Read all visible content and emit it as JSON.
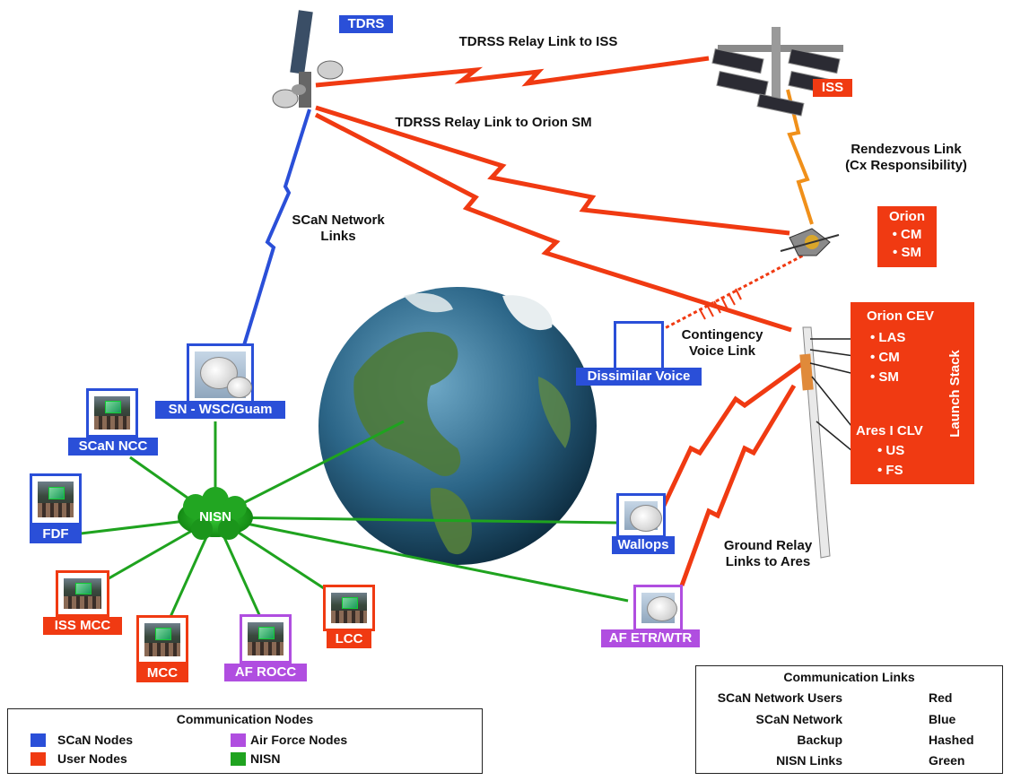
{
  "labels": {
    "tdrs": "TDRS",
    "iss": "ISS",
    "relay_iss": "TDRSS Relay Link to ISS",
    "relay_orion": "TDRSS Relay Link to Orion SM",
    "rendezvous_1": "Rendezvous Link",
    "rendezvous_2": "(Cx Responsibility)",
    "scan_links_1": "SCaN Network",
    "scan_links_2": "Links",
    "orion_title": "Orion",
    "orion_cm": "• CM",
    "orion_sm": "• SM",
    "contingency_1": "Contingency",
    "contingency_2": "Voice Link",
    "ground_relay_1": "Ground Relay",
    "ground_relay_2": "Links to Ares",
    "orion_cev": "Orion CEV",
    "las": "• LAS",
    "cm": "• CM",
    "sm": "• SM",
    "ares": "Ares I CLV",
    "us": "• US",
    "fs": "• FS",
    "launch_stack": "Launch Stack"
  },
  "nodes": {
    "sn": "SN - WSC/Guam",
    "dissimilar": "Dissimilar Voice",
    "scan_ncc": "SCaN NCC",
    "fdf": "FDF",
    "nisn": "NISN",
    "wallops": "Wallops",
    "iss_mcc": "ISS MCC",
    "mcc": "MCC",
    "af_rocc": "AF ROCC",
    "lcc": "LCC",
    "af_etr": "AF ETR/WTR"
  },
  "legend_nodes": {
    "title": "Communication Nodes",
    "scan": "SCaN Nodes",
    "user": "User Nodes",
    "af": "Air Force Nodes",
    "nisn": "NISN"
  },
  "legend_links": {
    "title": "Communication Links",
    "users": "SCaN Network Users",
    "users_color": "Red",
    "network": "SCaN Network",
    "network_color": "Blue",
    "backup": "Backup",
    "backup_color": "Hashed",
    "nisn": "NISN Links",
    "nisn_color": "Green"
  },
  "colors": {
    "scan_blue": "#2a4fd8",
    "user_red": "#f03a12",
    "af_purple": "#b04ee0",
    "nisn_green": "#1fa31f",
    "rendezvous_orange": "#f0901a"
  }
}
